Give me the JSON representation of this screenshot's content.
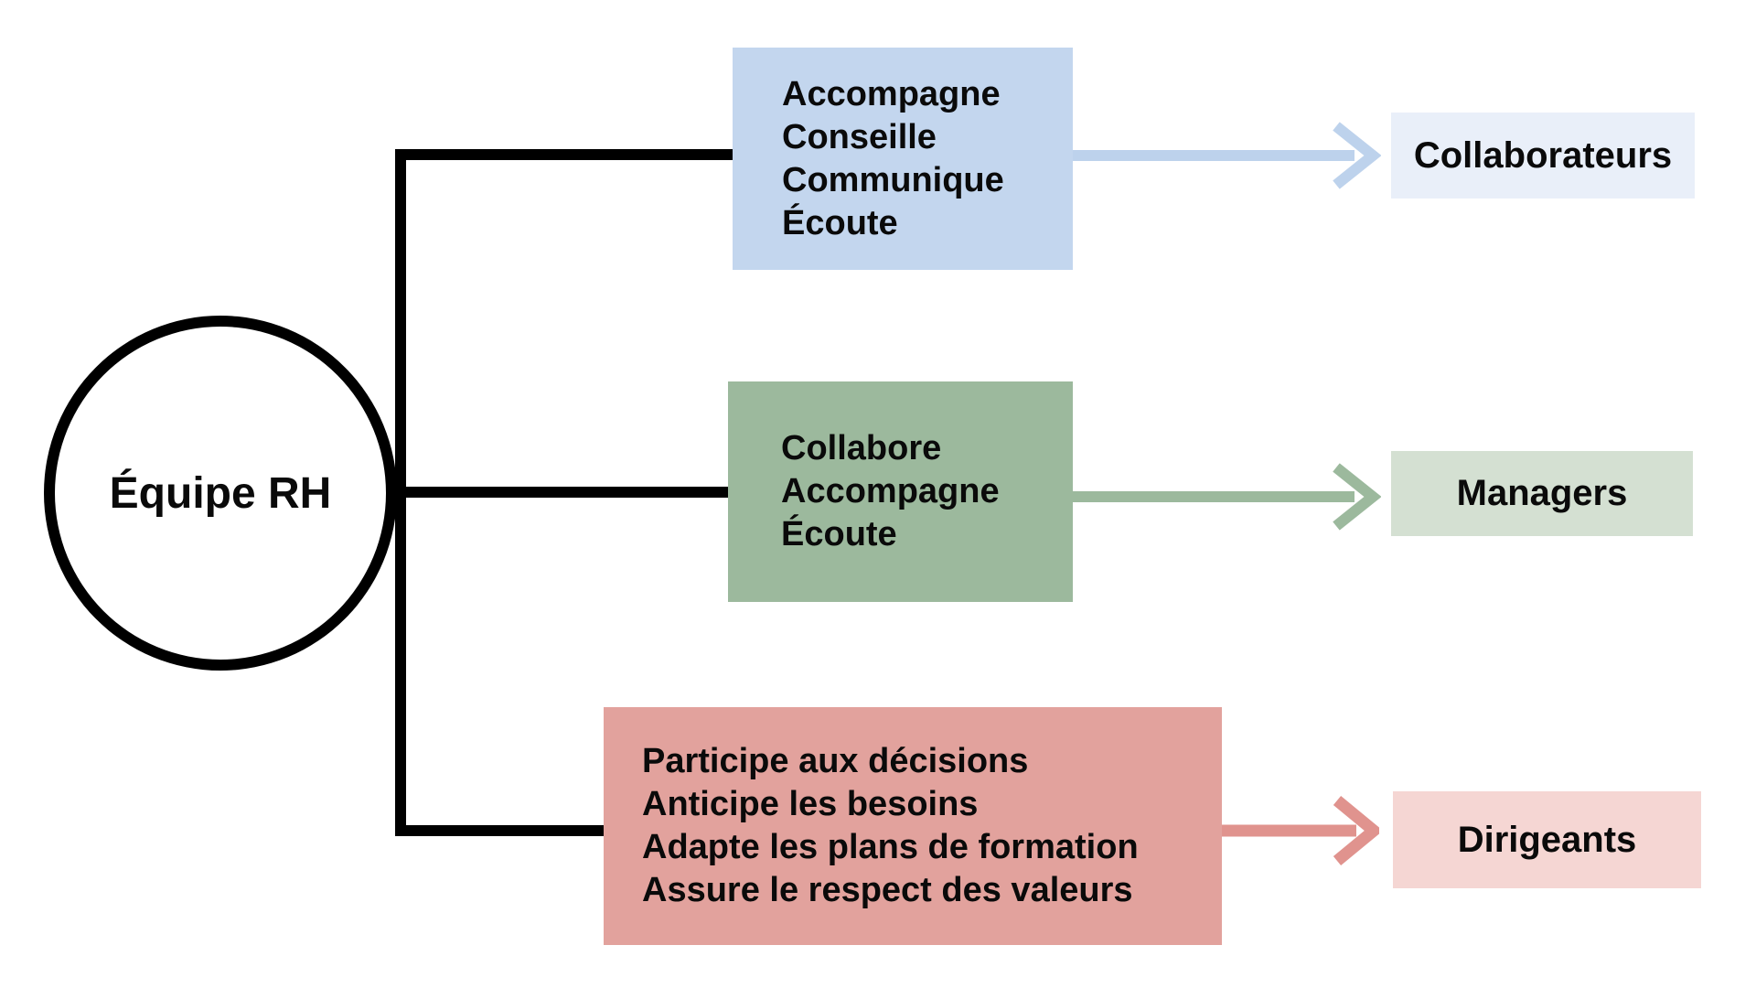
{
  "diagram": {
    "background": "#ffffff",
    "connector_color": "#000000",
    "source": {
      "label": "Équipe RH"
    },
    "groups": [
      {
        "name": "collaborateurs",
        "actions": [
          "Accompagne",
          "Conseille",
          "Communique",
          "Écoute"
        ],
        "action_box_color": "#c3d6ee",
        "arrow_color": "#bdd2ec",
        "target_label": "Collaborateurs",
        "target_box_color": "#e9eff9"
      },
      {
        "name": "managers",
        "actions": [
          "Collabore",
          "Accompagne",
          "Écoute"
        ],
        "action_box_color": "#9cb99d",
        "arrow_color": "#9cb99d",
        "target_label": "Managers",
        "target_box_color": "#d4e0d2"
      },
      {
        "name": "dirigeants",
        "actions": [
          "Participe aux décisions",
          "Anticipe les besoins",
          "Adapte les plans de formation",
          "Assure le respect des valeurs"
        ],
        "action_box_color": "#e2a29d",
        "arrow_color": "#e0938e",
        "target_label": "Dirigeants",
        "target_box_color": "#f5d6d3"
      }
    ]
  }
}
